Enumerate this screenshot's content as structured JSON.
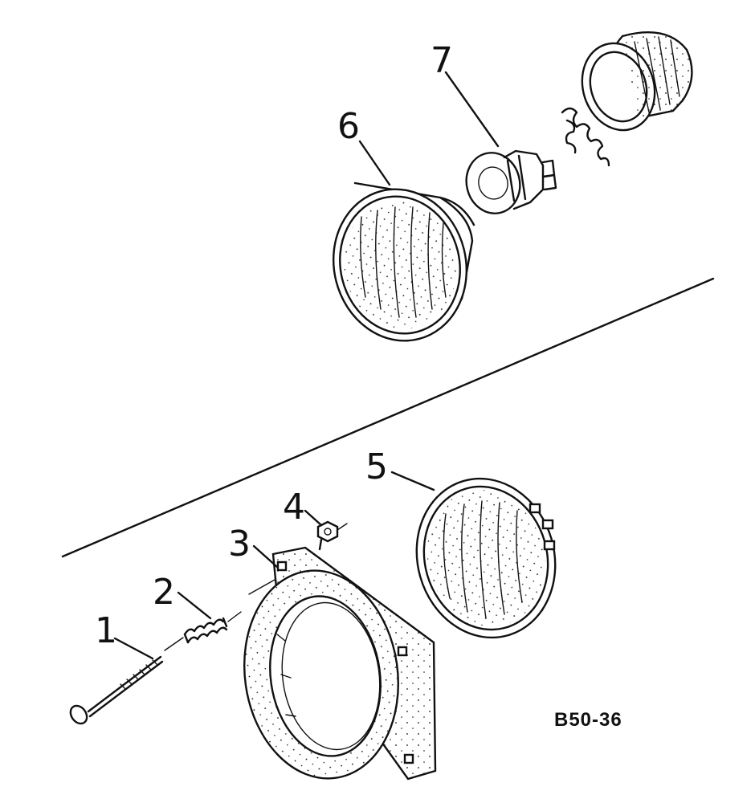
{
  "figure": {
    "reference_code": "B50-36",
    "callouts": [
      {
        "id": "1",
        "label": "1",
        "part": "screw"
      },
      {
        "id": "2",
        "label": "2",
        "part": "spring"
      },
      {
        "id": "3",
        "label": "3",
        "part": "headlamp-mounting-rim"
      },
      {
        "id": "4",
        "label": "4",
        "part": "adjusting-nut"
      },
      {
        "id": "5",
        "label": "5",
        "part": "sealed-beam-unit"
      },
      {
        "id": "6",
        "label": "6",
        "part": "headlamp-reflector-lens"
      },
      {
        "id": "7",
        "label": "7",
        "part": "bulb"
      }
    ]
  }
}
